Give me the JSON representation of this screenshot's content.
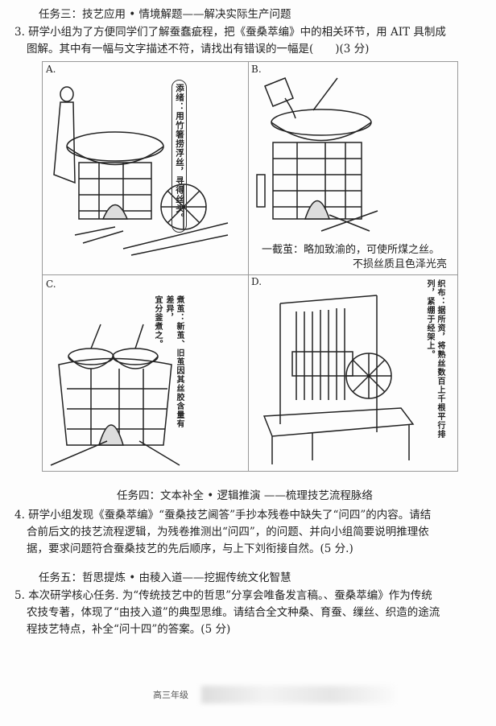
{
  "task3": {
    "heading": "任务三：技艺应用 • 情境解题——解决实际生产问题",
    "q3_line1": "3. 研学小组为了方便同学们了解蚕蠢疵程，把《蚕桑萃编》中的相关环节，用 AIT 具制成",
    "q3_line2": "图解。其中有一幅与文字描述不符，请找出有错误的一幅是(　　)(3 分)"
  },
  "panels": [
    {
      "label": "A.",
      "caption": "添绪：用竹箸捞浮丝，寻得丝头。"
    },
    {
      "label": "B.",
      "caption_line1": "一截茧：略加致渝的，可使所煤之丝。",
      "caption_line2": "不损丝质且色泽光亮"
    },
    {
      "label": "C.",
      "caption_col1": "煮茧：新茧、旧茧因其丝胶含量有差异，",
      "caption_col2": "宜分釜煮之。"
    },
    {
      "label": "D.",
      "caption_col1": "织布：据所资，将熟丝数百上千根平行排",
      "caption_col2": "列，紧绷于经架上。"
    }
  ],
  "task4": {
    "heading": "任务四：文本补全 • 逻辑推演 ——梳理技艺流程脉络",
    "q4_line1": "4. 研学小组发现《蚕桑萃编》“蚕桑技艺阃答”手抄本残卷中缺失了“问四”的内容。请结",
    "q4_line2": "合前后文的技艺流程逻辑，为残卷推测出“问四”，的问题、并向小组简要说明推理依",
    "q4_line3": "据，要求问题符合蚕桑技艺的先后顺序，与上下刘衔接自然。(5 分.)"
  },
  "task5": {
    "heading": "任务五：哲思提炼 • 由稜入道——挖掘传统文化智慧",
    "q5_line1": "5.  本次研学核心任务. 为“传统技艺中的哲思”分享会唯备发言稿。、蚕桑萃编》作为传统",
    "q5_line2": "农技专著，体现了“由技入道”的典型思维。请结合全文种桑、育蚕、缫丝、织造的途流",
    "q5_line3": "程技艺特点，补全“问十四”的答案。(5 分)"
  },
  "footer": "高三年级"
}
